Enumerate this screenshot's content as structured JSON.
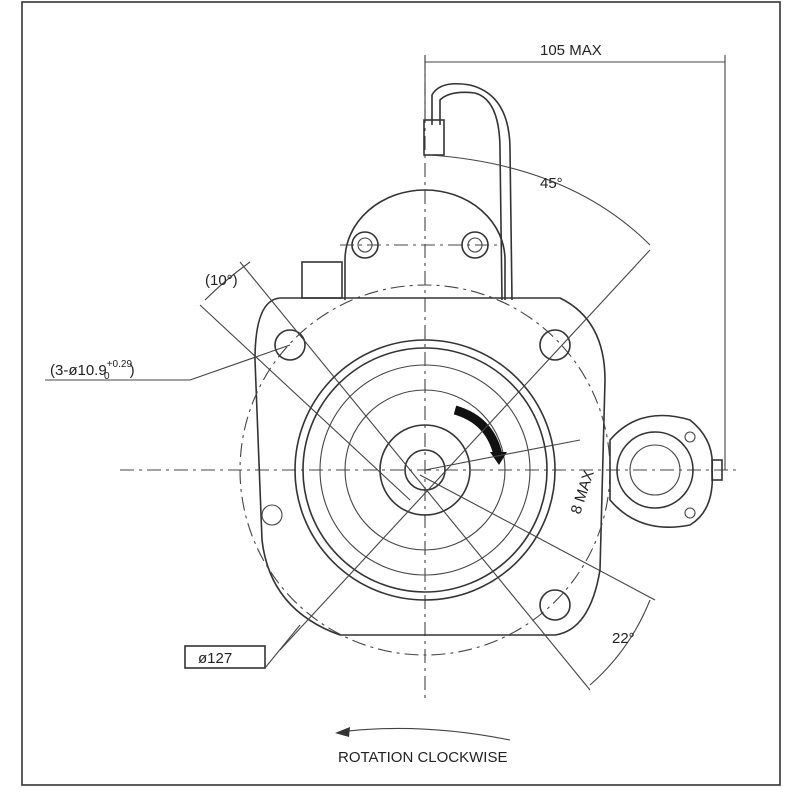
{
  "drawing": {
    "dim_width": "105 MAX",
    "angle_top": "45°",
    "angle_hole": "(10°)",
    "hole_callout": "(3-ø10.9",
    "hole_tol_upper": "+0.29",
    "hole_tol_lower": "0",
    "hole_callout_end": ")",
    "offset": "8 MAX",
    "angle_bottom": "22°",
    "diameter": "ø127",
    "rotation": "ROTATION CLOCKWISE"
  }
}
